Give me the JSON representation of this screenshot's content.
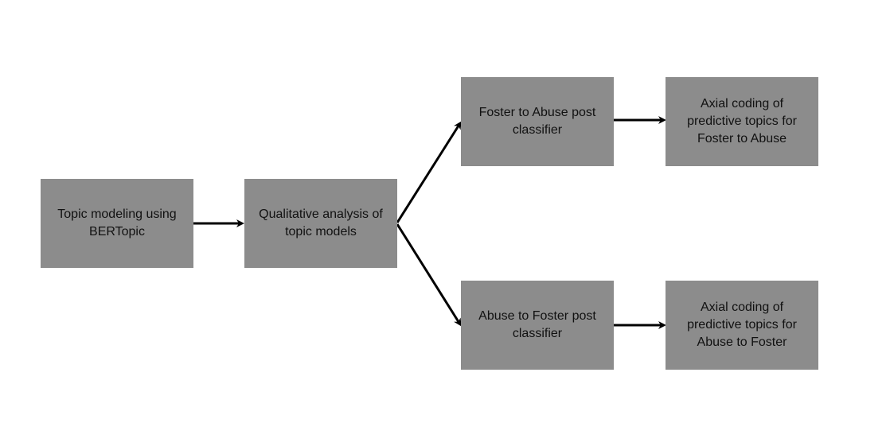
{
  "diagram": {
    "nodes": {
      "topic_modeling": "Topic modeling using BERTopic",
      "qualitative": "Qualitative analysis of topic models",
      "foster_to_abuse_classifier": "Foster to Abuse post classifier",
      "abuse_to_foster_classifier": "Abuse to Foster post classifier",
      "axial_foster_to_abuse": "Axial coding of predictive topics for Foster to Abuse",
      "axial_abuse_to_foster": "Axial coding of predictive topics for Abuse to Foster"
    },
    "colors": {
      "node_fill": "#8c8c8c",
      "text": "#111111",
      "arrow": "#000000"
    }
  }
}
